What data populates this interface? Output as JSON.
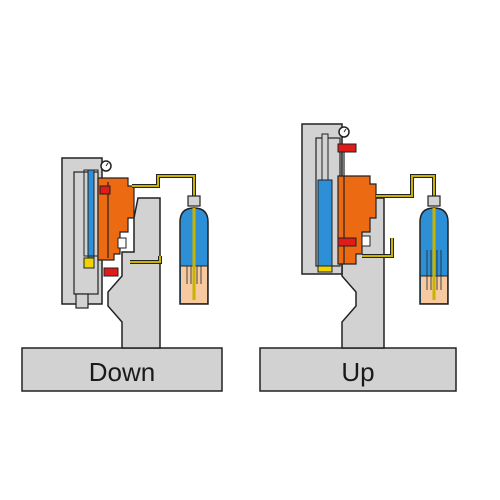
{
  "diagrams": [
    {
      "state": "down",
      "label": "Down"
    },
    {
      "state": "up",
      "label": "Up"
    }
  ],
  "colors": {
    "frame": "#d2d2d2",
    "outline": "#222222",
    "cylinder": "#ec6a12",
    "tank_top": "#2d8fd6",
    "tank_bottom": "#f6c9a0",
    "hose": "#c8b400",
    "red_block": "#e11a1a",
    "yellow_block": "#f0d400",
    "piston_blue": "#2d8fd6"
  }
}
